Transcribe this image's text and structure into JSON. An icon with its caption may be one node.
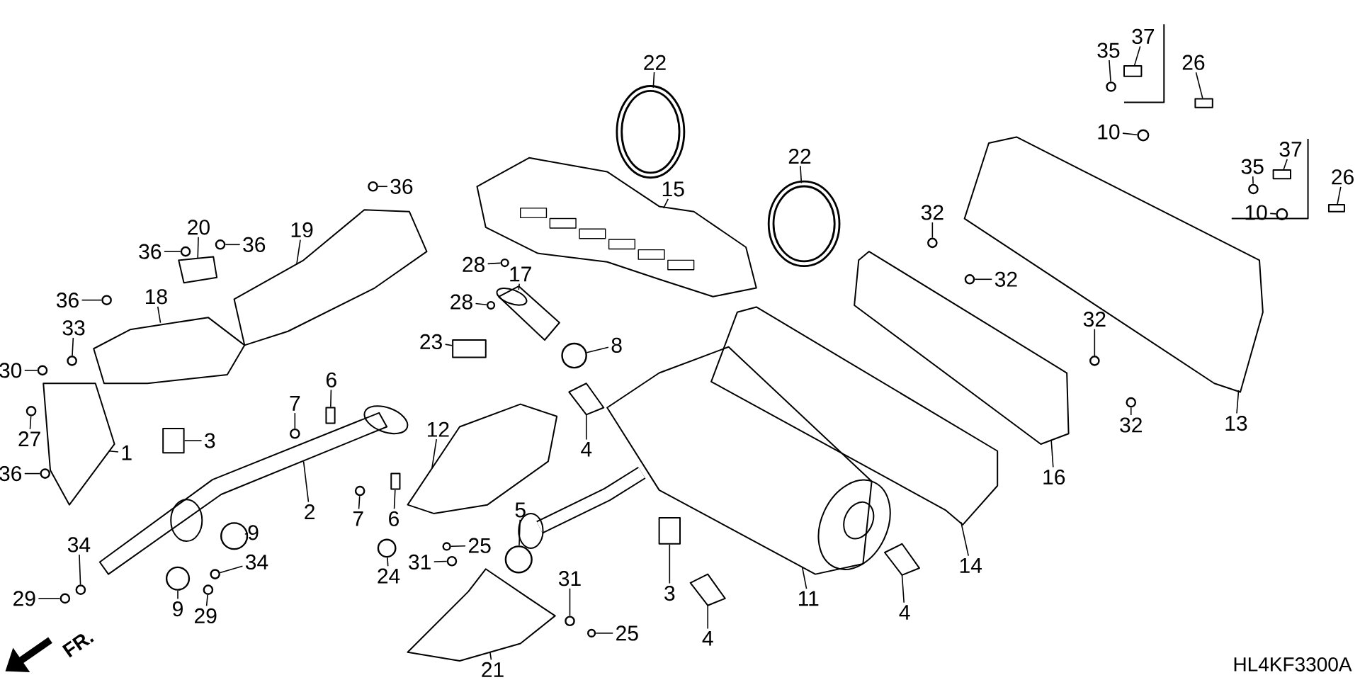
{
  "diagram": {
    "nodes": [
      {
        "text": [
          "22"
        ]
      },
      {
        "text": [
          "22"
        ]
      },
      {
        "text": [
          "15"
        ]
      },
      {
        "text": [
          "35"
        ]
      },
      {
        "text": [
          "37"
        ]
      },
      {
        "text": [
          "26"
        ]
      },
      {
        "text": [
          "10"
        ]
      },
      {
        "text": [
          "36"
        ]
      },
      {
        "text": [
          "19"
        ]
      },
      {
        "text": [
          "20"
        ]
      },
      {
        "text": [
          "36"
        ]
      },
      {
        "text": [
          "36"
        ]
      },
      {
        "text": [
          "18"
        ]
      },
      {
        "text": [
          "36"
        ]
      },
      {
        "text": [
          "33"
        ]
      },
      {
        "text": [
          "30"
        ]
      },
      {
        "text": [
          "27"
        ]
      },
      {
        "text": [
          "1"
        ]
      },
      {
        "text": [
          "36"
        ]
      },
      {
        "text": [
          "17"
        ]
      },
      {
        "text": [
          "28"
        ]
      },
      {
        "text": [
          "28"
        ]
      },
      {
        "text": [
          "23"
        ]
      },
      {
        "text": [
          "8"
        ]
      },
      {
        "text": [
          "7"
        ]
      },
      {
        "text": [
          "6"
        ]
      },
      {
        "text": [
          "3"
        ]
      },
      {
        "text": [
          "12"
        ]
      },
      {
        "text": [
          "2"
        ]
      },
      {
        "text": [
          "7"
        ]
      },
      {
        "text": [
          "6"
        ]
      },
      {
        "text": [
          "9"
        ]
      },
      {
        "text": [
          "34"
        ]
      },
      {
        "text": [
          "34"
        ]
      },
      {
        "text": [
          "9"
        ]
      },
      {
        "text": [
          "29"
        ]
      },
      {
        "text": [
          "29"
        ]
      },
      {
        "text": [
          "24"
        ]
      },
      {
        "text": [
          "25"
        ]
      },
      {
        "text": [
          "31"
        ]
      },
      {
        "text": [
          "5"
        ]
      },
      {
        "text": [
          "4"
        ]
      },
      {
        "text": [
          "3"
        ]
      },
      {
        "text": [
          "4"
        ]
      },
      {
        "text": [
          "31"
        ]
      },
      {
        "text": [
          "25"
        ]
      },
      {
        "text": [
          "21"
        ]
      },
      {
        "text": [
          "11"
        ]
      },
      {
        "text": [
          "4"
        ]
      },
      {
        "text": [
          "14"
        ]
      },
      {
        "text": [
          "16"
        ]
      },
      {
        "text": [
          "32"
        ]
      },
      {
        "text": [
          "32"
        ]
      },
      {
        "text": [
          "32"
        ]
      },
      {
        "text": [
          "32"
        ]
      },
      {
        "text": [
          "13"
        ]
      },
      {
        "text": [
          "35"
        ]
      },
      {
        "text": [
          "37"
        ]
      },
      {
        "text": [
          "26"
        ]
      },
      {
        "text": [
          "10"
        ]
      },
      {
        "text": [],
        "shape": "circle"
      },
      {
        "text": [],
        "shape": "circle"
      },
      {
        "text": [],
        "shape": "picture"
      },
      {
        "text": [],
        "shape": "circle"
      },
      {
        "text": [],
        "shape": "box"
      },
      {
        "text": [],
        "shape": "box"
      },
      {
        "text": [],
        "shape": "circle"
      },
      {
        "text": [],
        "shape": "circle"
      },
      {
        "text": [],
        "shape": "picture"
      },
      {
        "text": [],
        "shape": "picture"
      },
      {
        "text": [],
        "shape": "circle"
      },
      {
        "text": [],
        "shape": "circle"
      },
      {
        "text": [],
        "shape": "picture"
      },
      {
        "text": [],
        "shape": "circle"
      },
      {
        "text": [],
        "shape": "circle"
      },
      {
        "text": [],
        "shape": "circle"
      },
      {
        "text": [],
        "shape": "circle"
      },
      {
        "text": [],
        "shape": "picture"
      },
      {
        "text": [],
        "shape": "circle"
      },
      {
        "text": [],
        "shape": "picture"
      },
      {
        "text": [],
        "shape": "circle"
      },
      {
        "text": [],
        "shape": "circle"
      },
      {
        "text": [],
        "shape": "box"
      },
      {
        "text": [],
        "shape": "circle"
      },
      {
        "text": [],
        "shape": "circle"
      },
      {
        "text": [],
        "shape": "box"
      },
      {
        "text": [],
        "shape": "box"
      },
      {
        "text": [],
        "shape": "picture"
      },
      {
        "text": [],
        "shape": "picture"
      },
      {
        "text": [],
        "shape": "circle"
      },
      {
        "text": [],
        "shape": "box"
      },
      {
        "text": [],
        "shape": "circle"
      },
      {
        "text": [],
        "shape": "circle"
      },
      {
        "text": [],
        "shape": "circle"
      },
      {
        "text": [],
        "shape": "circle"
      },
      {
        "text": [],
        "shape": "circle"
      },
      {
        "text": [],
        "shape": "circle"
      },
      {
        "text": [],
        "shape": "circle"
      },
      {
        "text": [],
        "shape": "circle"
      },
      {
        "text": [],
        "shape": "circle"
      },
      {
        "text": [],
        "shape": "circle"
      },
      {
        "text": [],
        "shape": "picture"
      },
      {
        "text": [],
        "shape": "box"
      },
      {
        "text": [],
        "shape": "picture"
      },
      {
        "text": [],
        "shape": "circle"
      },
      {
        "text": [],
        "shape": "circle"
      },
      {
        "text": [],
        "shape": "picture"
      },
      {
        "text": [],
        "shape": "picture"
      },
      {
        "text": [],
        "shape": "picture"
      },
      {
        "text": [],
        "shape": "picture"
      },
      {
        "text": [],
        "shape": "picture"
      },
      {
        "text": [],
        "shape": "circle"
      },
      {
        "text": [],
        "shape": "circle"
      },
      {
        "text": [],
        "shape": "circle"
      },
      {
        "text": [],
        "shape": "circle"
      },
      {
        "text": [],
        "shape": "picture"
      },
      {
        "text": [],
        "shape": "circle"
      },
      {
        "text": [],
        "shape": "box"
      },
      {
        "text": [],
        "shape": "box"
      },
      {
        "text": [],
        "shape": "circle"
      }
    ],
    "edges": [
      {
        "from": 0,
        "to": 60,
        "arrow": "none"
      },
      {
        "from": 1,
        "to": 61,
        "arrow": "none"
      },
      {
        "from": 2,
        "to": 62,
        "arrow": "none"
      },
      {
        "from": 3,
        "to": 63,
        "arrow": "none"
      },
      {
        "from": 4,
        "to": 64,
        "arrow": "none"
      },
      {
        "from": 5,
        "to": 65,
        "arrow": "none"
      },
      {
        "from": 6,
        "to": 66,
        "arrow": "none"
      },
      {
        "from": 7,
        "to": 67,
        "arrow": "none"
      },
      {
        "from": 8,
        "to": 68,
        "arrow": "none"
      },
      {
        "from": 9,
        "to": 69,
        "arrow": "none"
      },
      {
        "from": 10,
        "to": 70,
        "arrow": "none"
      },
      {
        "from": 11,
        "to": 71,
        "arrow": "none"
      },
      {
        "from": 12,
        "to": 72,
        "arrow": "none"
      },
      {
        "from": 13,
        "to": 73,
        "arrow": "none"
      },
      {
        "from": 14,
        "to": 74,
        "arrow": "none"
      },
      {
        "from": 15,
        "to": 75,
        "arrow": "none"
      },
      {
        "from": 16,
        "to": 76,
        "arrow": "none"
      },
      {
        "from": 17,
        "to": 77,
        "arrow": "none"
      },
      {
        "from": 18,
        "to": 78,
        "arrow": "none"
      },
      {
        "from": 19,
        "to": 79,
        "arrow": "none"
      },
      {
        "from": 20,
        "to": 80,
        "arrow": "none"
      },
      {
        "from": 21,
        "to": 81,
        "arrow": "none"
      },
      {
        "from": 22,
        "to": 82,
        "arrow": "none"
      },
      {
        "from": 23,
        "to": 83,
        "arrow": "none"
      },
      {
        "from": 24,
        "to": 84,
        "arrow": "none"
      },
      {
        "from": 25,
        "to": 85,
        "arrow": "none"
      },
      {
        "from": 26,
        "to": 86,
        "arrow": "none"
      },
      {
        "from": 27,
        "to": 87,
        "arrow": "none"
      },
      {
        "from": 28,
        "to": 88,
        "arrow": "none"
      },
      {
        "from": 29,
        "to": 89,
        "arrow": "none"
      },
      {
        "from": 30,
        "to": 90,
        "arrow": "none"
      },
      {
        "from": 31,
        "to": 91,
        "arrow": "none"
      },
      {
        "from": 32,
        "to": 92,
        "arrow": "none"
      },
      {
        "from": 33,
        "to": 93,
        "arrow": "none"
      },
      {
        "from": 34,
        "to": 94,
        "arrow": "none"
      },
      {
        "from": 35,
        "to": 95,
        "arrow": "none"
      },
      {
        "from": 36,
        "to": 96,
        "arrow": "none"
      },
      {
        "from": 37,
        "to": 97,
        "arrow": "none"
      },
      {
        "from": 38,
        "to": 98,
        "arrow": "none"
      },
      {
        "from": 39,
        "to": 99,
        "arrow": "none"
      },
      {
        "from": 40,
        "to": 100,
        "arrow": "none"
      },
      {
        "from": 41,
        "to": 101,
        "arrow": "none"
      },
      {
        "from": 42,
        "to": 102,
        "arrow": "none"
      },
      {
        "from": 43,
        "to": 103,
        "arrow": "none"
      },
      {
        "from": 44,
        "to": 104,
        "arrow": "none"
      },
      {
        "from": 45,
        "to": 105,
        "arrow": "none"
      },
      {
        "from": 46,
        "to": 106,
        "arrow": "none"
      },
      {
        "from": 47,
        "to": 107,
        "arrow": "none"
      },
      {
        "from": 48,
        "to": 108,
        "arrow": "none"
      },
      {
        "from": 49,
        "to": 109,
        "arrow": "none"
      },
      {
        "from": 50,
        "to": 110,
        "arrow": "none"
      },
      {
        "from": 51,
        "to": 111,
        "arrow": "none"
      },
      {
        "from": 52,
        "to": 112,
        "arrow": "none"
      },
      {
        "from": 53,
        "to": 113,
        "arrow": "none"
      },
      {
        "from": 54,
        "to": 114,
        "arrow": "none"
      },
      {
        "from": 55,
        "to": 115,
        "arrow": "none"
      },
      {
        "from": 56,
        "to": 116,
        "arrow": "none"
      },
      {
        "from": 57,
        "to": 117,
        "arrow": "none"
      },
      {
        "from": 58,
        "to": 118,
        "arrow": "none"
      },
      {
        "from": 59,
        "to": 119,
        "arrow": "none"
      }
    ],
    "labels": [
      "FR.",
      "HL4KF3300A"
    ]
  }
}
